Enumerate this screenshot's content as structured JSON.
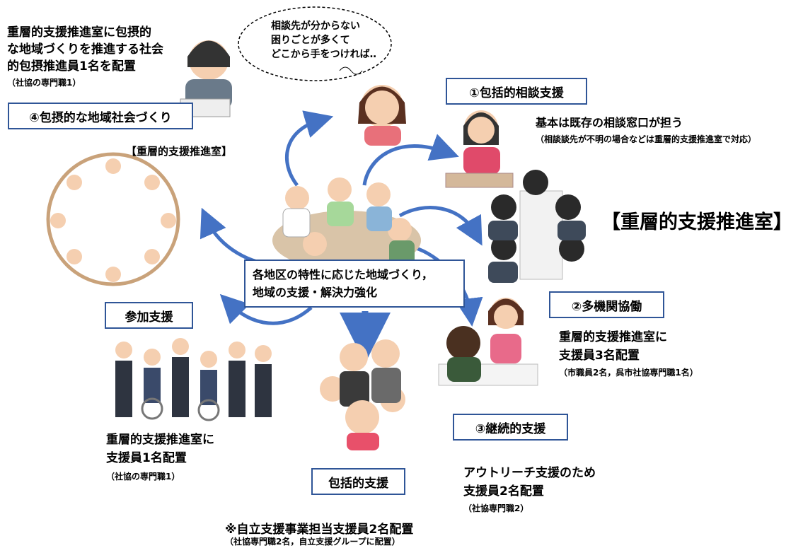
{
  "colors": {
    "arrow": "#4472c4",
    "box_border": "#2f5597"
  },
  "top_left_text": {
    "lines": [
      "重層的支援推進室に包摂的",
      "な地域づくりを推進する社会",
      "的包摂推進員1名を配置"
    ],
    "note": "（社協の専門職1）"
  },
  "speech_bubble": {
    "lines": [
      "相談先が分からない",
      "困りごとが多くて",
      "どこから手をつければ‥"
    ]
  },
  "box_community": "④包摂的な地域社会づくり",
  "label_office_small": "【重層的支援推進室】",
  "box_consult": "①包括的相談支援",
  "consult_text": {
    "main": "基本は既存の相談窓口が担う",
    "note": "（相談談先が不明の場合などは重層的支援推進室で対応）"
  },
  "label_office_large": "【重層的支援推進室】",
  "center_box": {
    "lines": [
      "各地区の特性に応じた地域づくり，",
      "地域の支援・解決力強化"
    ]
  },
  "box_participation": "参加支援",
  "box_multi_agency": "②多機関協働",
  "multi_agency_text": {
    "lines": [
      "重層的支援推進室に",
      "支援員3名配置"
    ],
    "note": "（市職員2名，呉市社協専門職1名）"
  },
  "participation_text": {
    "lines": [
      "重層的支援推進室に",
      "支援員1名配置"
    ],
    "note": "（社協の専門職1）"
  },
  "box_continuous": "③継続的支援",
  "continuous_text": {
    "lines": [
      "アウトリーチ支援のため",
      "支援員2名配置"
    ],
    "note": "（社協専門職2）"
  },
  "box_comprehensive": "包括的支援",
  "bottom_text": {
    "main": "※自立支援事業担当支援員2名配置",
    "note": "（社協専門職2名，自立支援グループに配置）"
  }
}
